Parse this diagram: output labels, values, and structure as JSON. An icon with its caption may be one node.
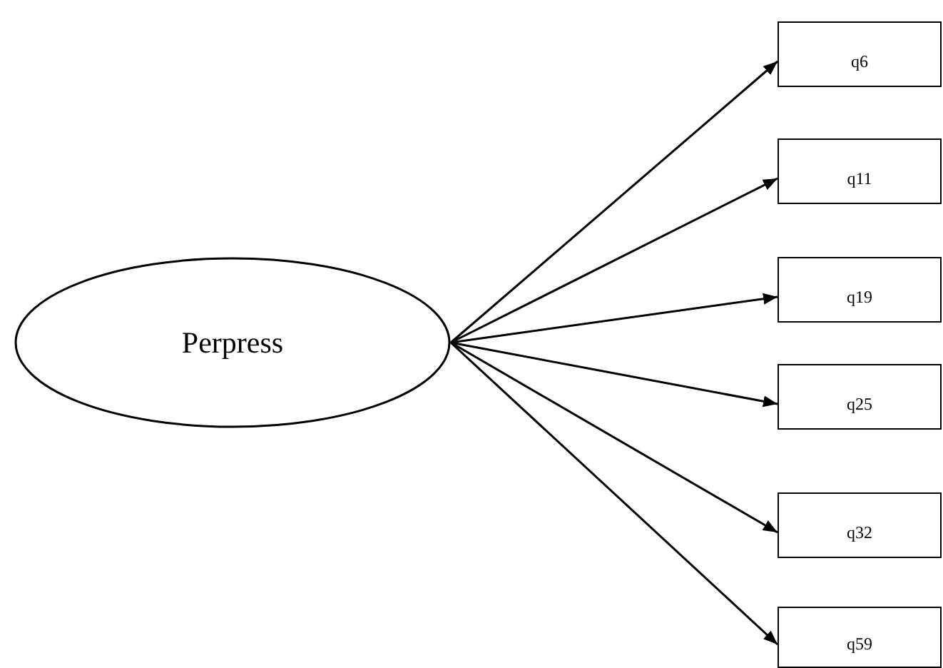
{
  "diagram": {
    "nodes": [
      {
        "text": [
          "Perpress"
        ]
      },
      {
        "text": [
          "q6"
        ]
      },
      {
        "text": [
          "q11"
        ]
      },
      {
        "text": [
          "q19"
        ]
      },
      {
        "text": [
          "q25"
        ]
      },
      {
        "text": [
          "q32"
        ]
      },
      {
        "text": [
          "q59"
        ]
      }
    ],
    "edges": [
      {
        "from": 0,
        "to": 1,
        "arrow": "to"
      },
      {
        "from": 0,
        "to": 2,
        "arrow": "to"
      },
      {
        "from": 0,
        "to": 3,
        "arrow": "to"
      },
      {
        "from": 0,
        "to": 4,
        "arrow": "to"
      },
      {
        "from": 0,
        "to": 5,
        "arrow": "to"
      },
      {
        "from": 0,
        "to": 6,
        "arrow": "to"
      }
    ]
  }
}
